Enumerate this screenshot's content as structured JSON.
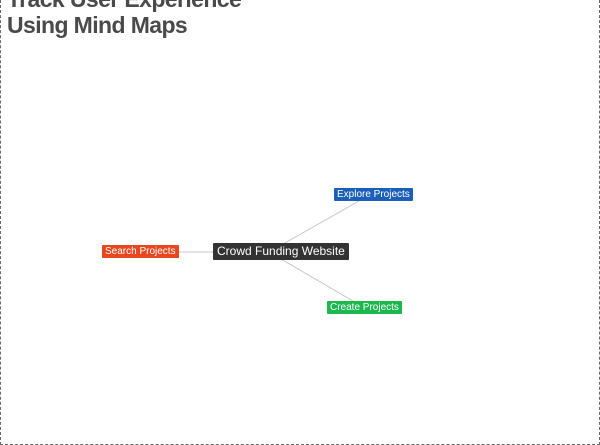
{
  "header": {
    "title_line_1": "Track User Experience",
    "title_line_2": "Using Mind Maps"
  },
  "mindmap": {
    "root": {
      "label": "Crowd Funding Website",
      "color": "#333333"
    },
    "children": [
      {
        "label": "Explore Projects",
        "color": "#1c5fb8"
      },
      {
        "label": "Search Projects",
        "color": "#e8461e"
      },
      {
        "label": "Create Projects",
        "color": "#1cb84e"
      }
    ],
    "link_color": "#c4c4c4"
  }
}
